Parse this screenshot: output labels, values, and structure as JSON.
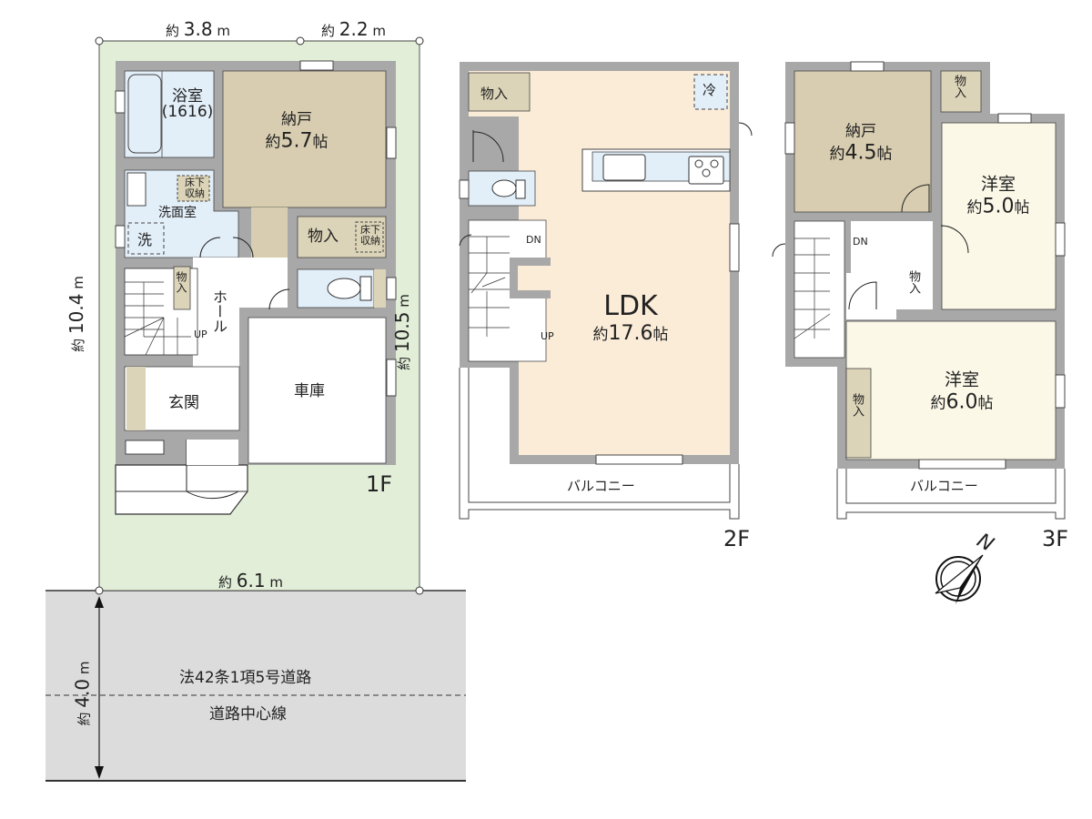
{
  "site": {
    "dim_top_left": {
      "prefix": "約",
      "value": "3.8",
      "unit": "m"
    },
    "dim_top_right": {
      "prefix": "約",
      "value": "2.2",
      "unit": "m"
    },
    "dim_left": {
      "prefix": "約",
      "value": "10.4",
      "unit": "m"
    },
    "dim_right": {
      "prefix": "約",
      "value": "10.5",
      "unit": "m"
    },
    "dim_bottom": {
      "prefix": "約",
      "value": "6.1",
      "unit": "m"
    },
    "colors": {
      "lot": "#e2eed8",
      "road": "#dcdcdc",
      "wall": "#a8a8a8",
      "storage": "#dcd4b8",
      "nando": "#d8cdb0",
      "wet": "#e2eef8",
      "ldk": "#fbecd8",
      "western": "#fbf8e8"
    }
  },
  "road": {
    "label": "法42条1項5号道路",
    "centerline": "道路中心線",
    "dim": {
      "prefix": "約",
      "value": "4.0",
      "unit": "m"
    }
  },
  "floor1": {
    "label": "1F",
    "rooms": {
      "bath": {
        "name": "浴室",
        "size": "(1616)"
      },
      "nando": {
        "name": "納戸",
        "prefix": "約",
        "area": "5.7",
        "unit": "帖"
      },
      "washroom": {
        "name": "洗面室"
      },
      "underfloor1": "床下\n収納",
      "underfloor2": "床下\n収納",
      "washer": "洗",
      "storage": "物入",
      "storage_small": "物入",
      "hall": "ホール",
      "entrance": "玄関",
      "garage": "車庫",
      "stairs_up": "UP"
    }
  },
  "floor2": {
    "label": "2F",
    "rooms": {
      "storage": "物入",
      "fridge": "冷",
      "ldk": {
        "name": "LDK",
        "prefix": "約",
        "area": "17.6",
        "unit": "帖"
      },
      "stairs_dn": "DN",
      "stairs_up": "UP",
      "balcony": "バルコニー"
    }
  },
  "floor3": {
    "label": "3F",
    "rooms": {
      "nando": {
        "name": "納戸",
        "prefix": "約",
        "area": "4.5",
        "unit": "帖"
      },
      "storage1": "物入",
      "western1": {
        "name": "洋室",
        "prefix": "約",
        "area": "5.0",
        "unit": "帖"
      },
      "storage2": "物入",
      "western2": {
        "name": "洋室",
        "prefix": "約",
        "area": "6.0",
        "unit": "帖"
      },
      "storage3": "物入",
      "stairs_dn": "DN",
      "balcony": "バルコニー"
    }
  },
  "compass": {
    "north": "N"
  }
}
